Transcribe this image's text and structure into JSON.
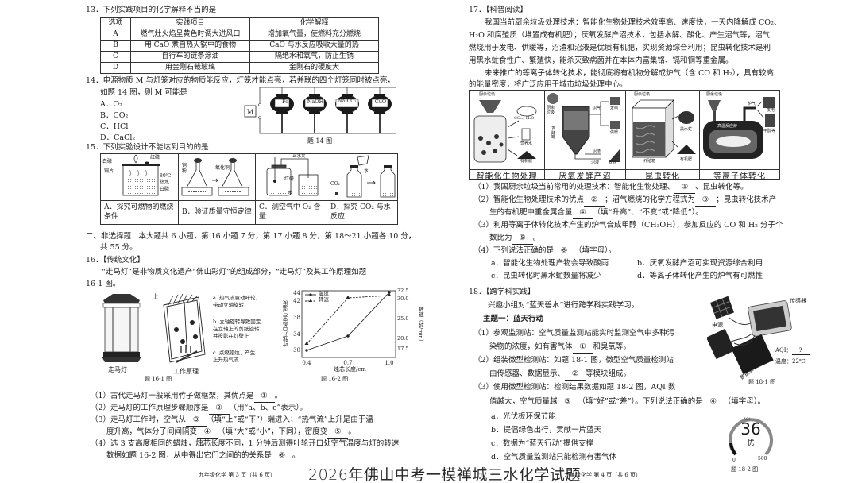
{
  "banner_title": "2026年佛山中考一模禅城三水化学试题",
  "left_page": {
    "footer": "九年级化学  第 3 页（共 6 页）",
    "q13": {
      "stem": "13．下列实践项目的化学解释不当的是",
      "headers": [
        "选项",
        "实践项目",
        "化学解释"
      ],
      "rows": [
        [
          "A",
          "燃气灶火焰呈黄色时调大进风口",
          "增加氧气量，使燃料充分燃烧"
        ],
        [
          "B",
          "用 CaO 煮自热火锅中的食物",
          "CaO 与水反应吸收大量的热"
        ],
        [
          "C",
          "自行车的链条涂油",
          "隔绝水和氧气，防止生锈"
        ],
        [
          "D",
          "用金刚石裁玻璃",
          "金刚石的硬度大"
        ]
      ]
    },
    "q14": {
      "stem_line1": "14．电源物质 M 与灯笼对应的物质能反应，灯笼才能点亮，若并联的四个灯笼同时被点亮，",
      "stem_line2": "如题 14 图，则 M 可能是",
      "options": [
        "A．O₂",
        "B．CO₂",
        "C．HCl",
        "D．CaCl₂"
      ],
      "figure": {
        "source_label": "M",
        "lanterns": [
          "Fe",
          "NaOH",
          "Na₂CO₃",
          "CuO"
        ],
        "caption": "题 14 图"
      }
    },
    "q15": {
      "stem": "15．下列实验设计不能达到目的的是",
      "cells": [
        {
          "caption": "A．探究可燃物的燃烧条件",
          "labels": [
            "白磷",
            "红磷",
            "铜片",
            "80℃",
            "热水",
            "白磷"
          ]
        },
        {
          "caption": "B．验证质量守恒定律",
          "labels": [
            "铜粉",
            "氧化铜"
          ]
        },
        {
          "caption": "C．测空气中 O₂ 含量",
          "labels": [
            "止水夹",
            "红磷",
            "水"
          ]
        },
        {
          "caption": "D．探究 CO₂ 与水反应",
          "labels": [
            "水",
            "CO₂"
          ]
        }
      ]
    },
    "section2": {
      "line1": "二、非选择题：本大题共 6 小题，第 16 小题 7 分，第 17 小题 8 分，第 18～21 小题各 10 分，",
      "line2": "共 55 分。"
    },
    "q16": {
      "title": "16．【传统文化】",
      "intro_line1": "“走马灯”是非物质文化遗产“佛山彩灯”的组成部分，“走马灯”及其工作原理如题",
      "intro_line2": "16-1 图。",
      "fig1": {
        "lamp_label": "走马灯",
        "principle_label": "工作原理",
        "top_label": "上",
        "step_a": [
          "a. 热气流驱动叶轮，",
          "带动立轴旋转"
        ],
        "step_b": [
          "b. 立轴旋转导致固定",
          "在立轴上的剪纸旋转",
          "并投影在灯壁上"
        ],
        "step_c": [
          "c. 点燃蜡烛，产生",
          "上升热气流"
        ],
        "caption": "题 16-1 图"
      },
      "fig2_caption": "题 16-2 图",
      "subs": [
        {
          "pre": "（1）古代走马灯一般采用竹子做框架，其优点是",
          "blank": "①",
          "post": "。"
        },
        {
          "pre": "（2）走马灯的工作原理步骤顺序是",
          "blank": "②",
          "post": "（用“a、b、c”表示）。"
        }
      ],
      "sub3_line1_pre": "（3）走马灯工作时，空气从",
      "sub3_blank3": "③",
      "sub3_line1_post": "（填“上”或“下”）端进入；“热气流”上升是由于温",
      "sub3_line2_pre": "度升高，气体分子间间隔变",
      "sub3_blank4": "④",
      "sub3_line2_mid": "（填“大”或“小”，下同），密度变",
      "sub3_blank5": "⑤",
      "sub3_line2_post": "。",
      "sub4_line1": "（4）选 3 支高度相同的蜡烛，烛芯长度不同，1 分钟后测得叶轮开口处空气温度与灯的转速",
      "sub4_line2_pre": "数据如题 16-2 图，从中得出它们之间的的关系是",
      "sub4_blank": "⑥",
      "sub4_line2_post": "。"
    }
  },
  "right_page": {
    "footer": "九年级化学  第 4 页（共 6 页）",
    "q17": {
      "title": "17．【科普阅读】",
      "para": [
        "我国当前厨余垃圾处理技术：智能化生物处理技术效率高、速度快，一天内降解成 CO₂、",
        "H₂O 和腐殖质（堆置成有机肥）；厌氧发酵产沼技术，包括水解、酸化、产生沼气等，沼气",
        "燃烧用于发电、供暖等，沼渣和沼液是优质有机肥，实现资源综合利用；昆虫转化技术是利",
        "用黑水虻食性广、繁殖快，能杀灭致病菌并在本体内富集铬、镉和铜等重金属。",
        "未来推广的等离子体转化技术，能彻底将有机物分解成炉气（含 CO 和 H₂），具有较高",
        "的能量密度，将广泛应用于城市垃圾处理中心。"
      ],
      "table_captions": [
        "智能化生物处理",
        "厌氧发酵产沼",
        "昆虫转化",
        "等离子体转化"
      ],
      "fig_labels": {
        "c1": [
          "厨余垃圾",
          "CO₂、H₂O",
          "营养水",
          "有机肥"
        ],
        "c2": [
          "厨余垃圾",
          "沼气",
          "发电",
          "供暖",
          "发酵罐",
          "沼渣",
          "沼液",
          "农业"
        ],
        "c3": [
          "厨余垃圾",
          "黑水虻",
          "养殖箱",
          "有机肥"
        ],
        "c4": [
          "厨余垃圾",
          "炉气",
          "发电",
          "甲醇等",
          "高温反应炉"
        ]
      },
      "sub1_pre": "（1）我国厨余垃圾当前常用的处理技术：智能化生物处理、",
      "sub1_blank": "①",
      "sub1_post": "、昆虫转化等。",
      "sub2_line1_pre": "（2）智能化生物处理技术的优点",
      "sub2_blank2": "②",
      "sub2_line1_mid": "；沼气燃烧的化学方程式为",
      "sub2_blank3": "③",
      "sub2_line1_post": "；昆虫转化技术产",
      "sub2_line2_pre": "生的有机肥中重金属含量",
      "sub2_blank4": "④",
      "sub2_line2_post": "（填“升高”、“不变”或“降低”）。",
      "sub3_line1": "（3）利用等离子体转化技术产生的炉气合成甲醇（CH₃OH），参加反应的 CO 和 H₂ 分子个",
      "sub3_line2_pre": "数比为",
      "sub3_blank": "⑤",
      "sub3_line2_post": "。",
      "sub4_pre": "（4）下列说法正确的是",
      "sub4_blank": "⑥",
      "sub4_post": "（填字母）。",
      "sub4_options": [
        "a．智能化生物处理产物会导致酸雨",
        "b．厌氧发酵产沼可实现资源综合利用",
        "c．昆虫转化时黑水虻数量将减少",
        "d．等离子体转化产生的炉气有可燃性"
      ]
    },
    "q18": {
      "title": "18．【跨学科实践】",
      "intro": "兴趣小组对“蓝天碧水”进行跨学科实践学习。",
      "theme": "主题一：蓝天行动",
      "sub1_line1": "（1）参观监测站：空气质量监测站能实时监测空气中多种污",
      "sub1_line2_pre": "染物的浓度，如有害气体",
      "sub1_blank": "①",
      "sub1_line2_post": "和臭氧等。",
      "sub2_line1": "（2）组装微型检测站：如题 18-1 图，微型空气质量检测站",
      "sub2_line2_pre": "由传感器、数据显示、",
      "sub2_blank": "②",
      "sub2_line2_post": "等模块组成。",
      "sub3_line1": "（3）使用微型检测站：检测结果数据如题 18-2 图，AQI 数",
      "sub3_line2_pre": "值越大，空气质量越",
      "sub3_blank3": "③",
      "sub3_line2_mid": "（填“好”或“差”）。下列说法正确的是",
      "sub3_blank4": "④",
      "sub3_line2_post": "（填字母）。",
      "sub3_options": [
        "a．光伏板环保节能",
        "b．提倡绿色出行，贡献一片蓝天",
        "c．数据为“蓝天行动”提供支撑",
        "d．空气质量监测站只能检测有害气体"
      ],
      "fig1": {
        "sensor_label": "传感器",
        "power_label": "电源",
        "display_label": "数据显示",
        "aqi_label": "AQI：",
        "aqi_value": "?",
        "temp_label": "温度：22℃",
        "caption": "题 18-1 图"
      },
      "fig2": {
        "header": "AQI",
        "value": "36",
        "level": "优",
        "min": "0",
        "max": "500",
        "caption": "题 18-2 图"
      }
    }
  },
  "chart_data": {
    "type": "line",
    "title": "题 16-2 图",
    "xlabel": "烛芯长度/cm",
    "ylabel": "叶轮开口处空气温度",
    "ylabel_right": "转速（转/min）",
    "x": [
      0.4,
      0.7,
      1.0
    ],
    "x_ticks": [
      "0.4",
      "0.7",
      "1.0"
    ],
    "y_ticks_left": [
      "30",
      "34",
      "38",
      "42",
      "44"
    ],
    "y_ticks_right": [
      "17.5",
      "20.0",
      "25.0",
      "30.0",
      "32.5"
    ],
    "ylim_left": [
      28.5,
      45
    ],
    "ylim_right": [
      15,
      34
    ],
    "legend_position": "top-left",
    "series": [
      {
        "name": "温度",
        "axis": "left",
        "style": "solid",
        "marker": "circle",
        "values": [
          29.5,
          33,
          43.5
        ]
      },
      {
        "name": "转速",
        "axis": "right",
        "style": "dashed",
        "marker": "triangle",
        "values": [
          18.5,
          30,
          32
        ]
      }
    ]
  }
}
